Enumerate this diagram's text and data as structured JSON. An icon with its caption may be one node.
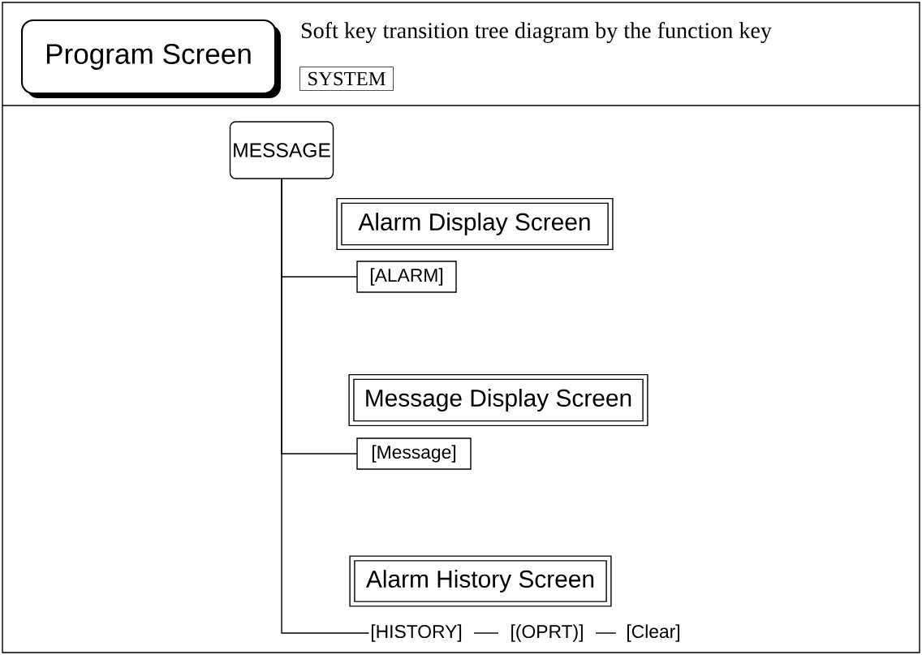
{
  "diagram": {
    "nodes": [
      {
        "text": [
          "Program Screen"
        ]
      },
      {
        "text": [
          "SYSTEM"
        ]
      },
      {
        "text": [
          "MESSAGE"
        ]
      },
      {
        "text": [
          "Alarm Display Screen"
        ]
      },
      {
        "text": [
          "[ALARM]"
        ]
      },
      {
        "text": [
          "Message Display Screen"
        ]
      },
      {
        "text": [
          "[Message]"
        ]
      },
      {
        "text": [
          "Alarm History Screen"
        ]
      },
      {
        "text": [
          "[HISTORY]"
        ]
      },
      {
        "text": [
          "[(OPRT)]"
        ]
      },
      {
        "text": [
          "[Clear]"
        ]
      }
    ],
    "edges": [
      {
        "from": 2,
        "to": 4,
        "arrow": "none"
      },
      {
        "from": 2,
        "to": 6,
        "arrow": "none"
      },
      {
        "from": 2,
        "to": 8,
        "arrow": "none"
      },
      {
        "from": 8,
        "to": 9,
        "arrow": "none"
      },
      {
        "from": 9,
        "to": 10,
        "arrow": "none"
      }
    ],
    "labels": [
      "Soft key transition tree diagram by the function key"
    ]
  }
}
